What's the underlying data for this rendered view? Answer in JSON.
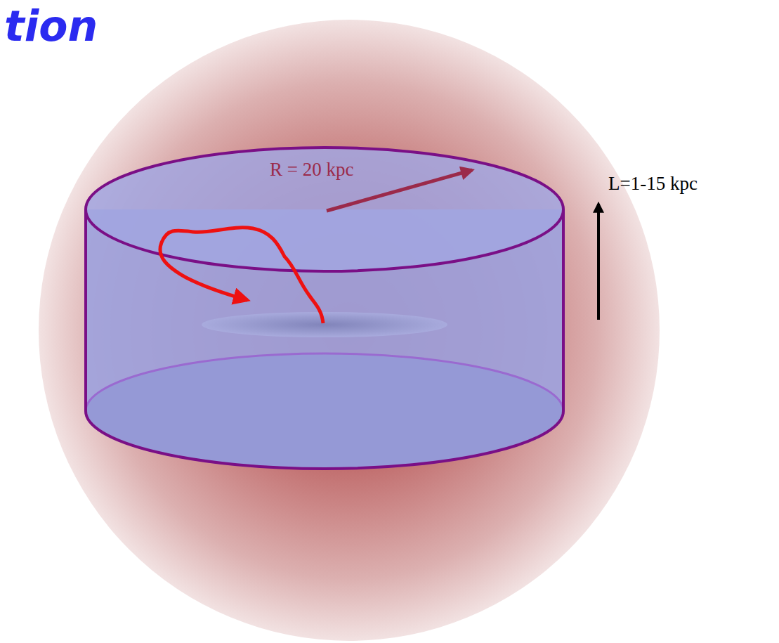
{
  "diagram": {
    "title": "tion",
    "labels": [
      "R = 20 kpc",
      "L=1-15 kpc"
    ]
  }
}
